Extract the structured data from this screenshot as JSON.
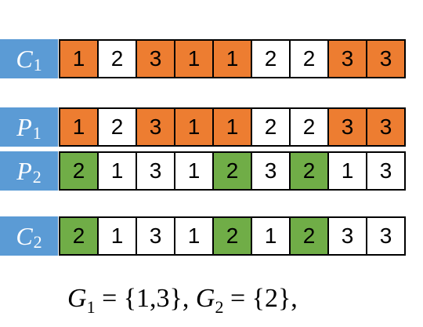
{
  "rows": [
    {
      "id": "C1",
      "label": "C",
      "sub": "1",
      "values": [
        "1",
        "2",
        "3",
        "1",
        "1",
        "2",
        "2",
        "3",
        "3"
      ],
      "highlight": [
        "orange",
        "none",
        "orange",
        "orange",
        "orange",
        "none",
        "none",
        "orange",
        "orange"
      ]
    },
    {
      "id": "P1",
      "label": "P",
      "sub": "1",
      "values": [
        "1",
        "2",
        "3",
        "1",
        "1",
        "2",
        "2",
        "3",
        "3"
      ],
      "highlight": [
        "orange",
        "none",
        "orange",
        "orange",
        "orange",
        "none",
        "none",
        "orange",
        "orange"
      ]
    },
    {
      "id": "P2",
      "label": "P",
      "sub": "2",
      "values": [
        "2",
        "1",
        "3",
        "1",
        "2",
        "3",
        "2",
        "1",
        "3"
      ],
      "highlight": [
        "green",
        "none",
        "none",
        "none",
        "green",
        "none",
        "green",
        "none",
        "none"
      ]
    },
    {
      "id": "C2",
      "label": "C",
      "sub": "2",
      "values": [
        "2",
        "1",
        "3",
        "1",
        "2",
        "1",
        "2",
        "3",
        "3"
      ],
      "highlight": [
        "green",
        "none",
        "none",
        "none",
        "green",
        "none",
        "green",
        "none",
        "none"
      ]
    }
  ],
  "formula": {
    "g1_var": "G",
    "g1_sub": "1",
    "g1_eq": " = {1,3}, ",
    "g2_var": "G",
    "g2_sub": "2",
    "g2_eq": " = {2},"
  },
  "colors": {
    "label_bg": "#5b9bd5",
    "orange": "#ed7d31",
    "green": "#70ad47"
  }
}
